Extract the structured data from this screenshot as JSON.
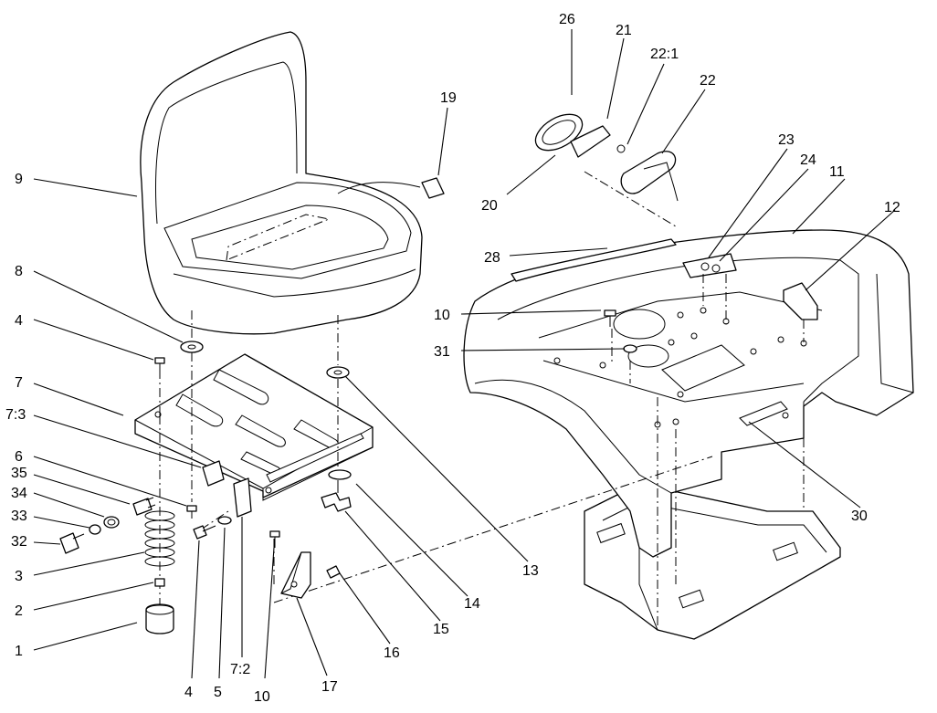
{
  "callouts": [
    {
      "id": "c1",
      "text": "1"
    },
    {
      "id": "c2",
      "text": "2"
    },
    {
      "id": "c3",
      "text": "3"
    },
    {
      "id": "c4a",
      "text": "4"
    },
    {
      "id": "c4b",
      "text": "4"
    },
    {
      "id": "c5",
      "text": "5"
    },
    {
      "id": "c6",
      "text": "6"
    },
    {
      "id": "c7",
      "text": "7"
    },
    {
      "id": "c7_2",
      "text": "7:2"
    },
    {
      "id": "c7_3",
      "text": "7:3"
    },
    {
      "id": "c8",
      "text": "8"
    },
    {
      "id": "c9",
      "text": "9"
    },
    {
      "id": "c10a",
      "text": "10"
    },
    {
      "id": "c10b",
      "text": "10"
    },
    {
      "id": "c11",
      "text": "11"
    },
    {
      "id": "c12",
      "text": "12"
    },
    {
      "id": "c13",
      "text": "13"
    },
    {
      "id": "c14",
      "text": "14"
    },
    {
      "id": "c15",
      "text": "15"
    },
    {
      "id": "c16",
      "text": "16"
    },
    {
      "id": "c17",
      "text": "17"
    },
    {
      "id": "c19",
      "text": "19"
    },
    {
      "id": "c20",
      "text": "20"
    },
    {
      "id": "c21",
      "text": "21"
    },
    {
      "id": "c22",
      "text": "22"
    },
    {
      "id": "c22_1",
      "text": "22:1"
    },
    {
      "id": "c23",
      "text": "23"
    },
    {
      "id": "c24",
      "text": "24"
    },
    {
      "id": "c26",
      "text": "26"
    },
    {
      "id": "c28",
      "text": "28"
    },
    {
      "id": "c30",
      "text": "30"
    },
    {
      "id": "c31",
      "text": "31"
    },
    {
      "id": "c32",
      "text": "32"
    },
    {
      "id": "c33",
      "text": "33"
    },
    {
      "id": "c34",
      "text": "34"
    },
    {
      "id": "c35",
      "text": "35"
    }
  ],
  "colors": {
    "ink": "#000000",
    "paper": "#ffffff"
  }
}
